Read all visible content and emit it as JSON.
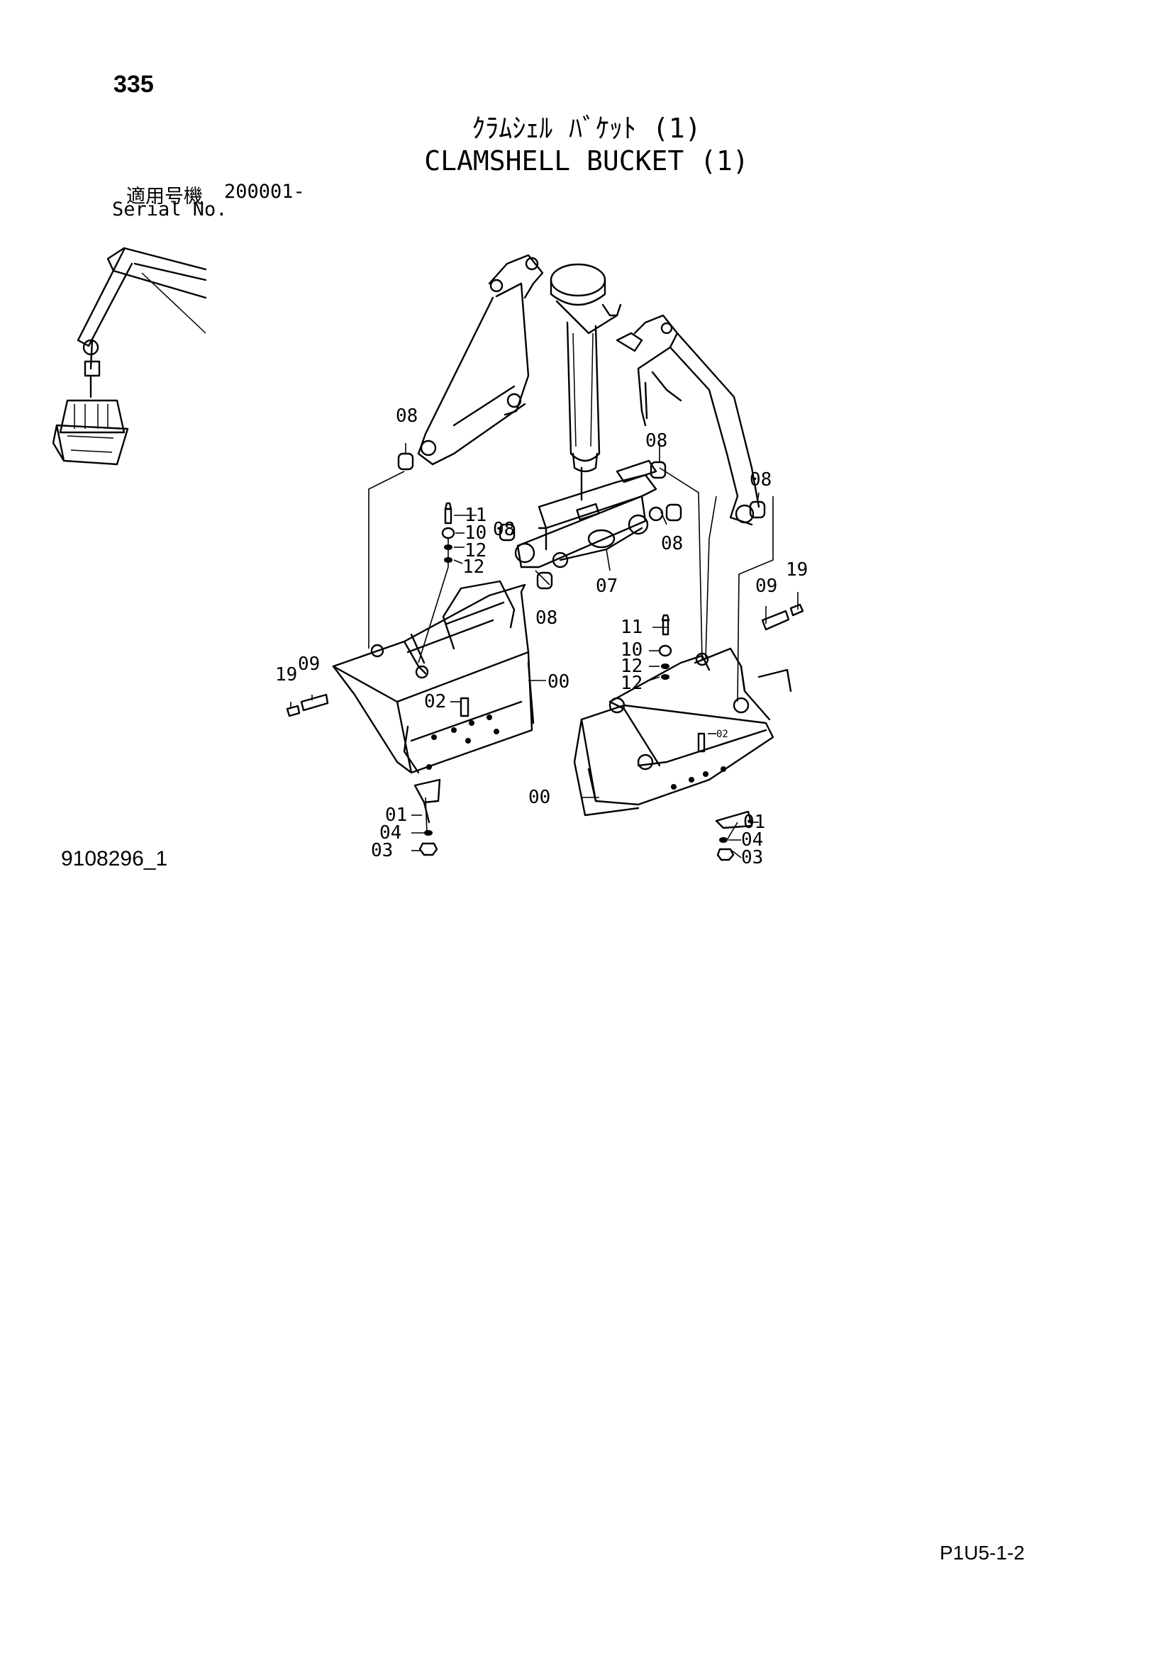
{
  "header": {
    "page_number": "335",
    "title_jp": "ｸﾗﾑｼｪﾙ ﾊﾞｹｯﾄ (1)",
    "title_en": "CLAMSHELL BUCKET (1)",
    "serial_label_jp": "適用号機",
    "serial_value": "200001-",
    "serial_label_en": "Serial No."
  },
  "figure_code": "9108296_1",
  "page_code": "P1U5-1-2",
  "callouts": {
    "arm_left_08": "08",
    "frame_top_08": "08",
    "arm_right_08": "08",
    "frame_left_08": "08",
    "frame_right_08": "08",
    "frame_bottom_08": "08",
    "frame_07": "07",
    "left_11": "11",
    "left_10": "10",
    "left_12a": "12",
    "left_12b": "12",
    "left_19": "19",
    "left_09": "09",
    "left_00": "00",
    "left_02": "02",
    "left_01": "01",
    "left_04": "04",
    "left_03": "03",
    "right_11": "11",
    "right_10": "10",
    "right_12a": "12",
    "right_12b": "12",
    "right_09": "09",
    "right_19": "19",
    "right_02": "02",
    "right_00": "00",
    "right_01": "01",
    "right_04": "04",
    "right_03": "03"
  }
}
